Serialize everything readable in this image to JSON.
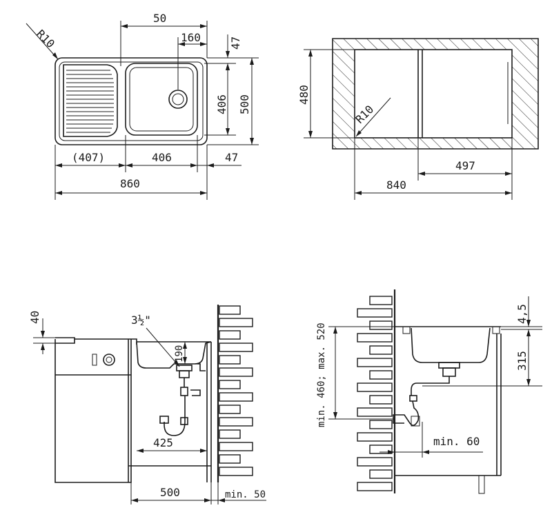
{
  "top_left_view": {
    "radius_label": "R10",
    "dim_bowl_offset": "50",
    "dim_waste_offset": "160",
    "dim_top_margin": "47",
    "dim_bowl_depth": "406",
    "dim_total_depth": "500",
    "dim_drainer_width": "(407)",
    "dim_bowl_width": "406",
    "dim_right_margin": "47",
    "dim_total_width": "860"
  },
  "top_right_view": {
    "dim_cutout_depth": "480",
    "radius_label": "R10",
    "dim_bowl_cutout": "497",
    "dim_cutout_width": "840"
  },
  "bottom_left_view": {
    "dim_thickness": "40",
    "dim_waste_size": "3½\"",
    "dim_bowl_height": "190",
    "dim_trap_offset": "425",
    "dim_cabinet_width": "500",
    "dim_wall_gap": "min. 50"
  },
  "bottom_right_view": {
    "dim_rim": "4,5",
    "dim_bowl_height": "315",
    "dim_outlet_height": "min. 460; max. 520",
    "dim_wall_min": "min. 60"
  }
}
